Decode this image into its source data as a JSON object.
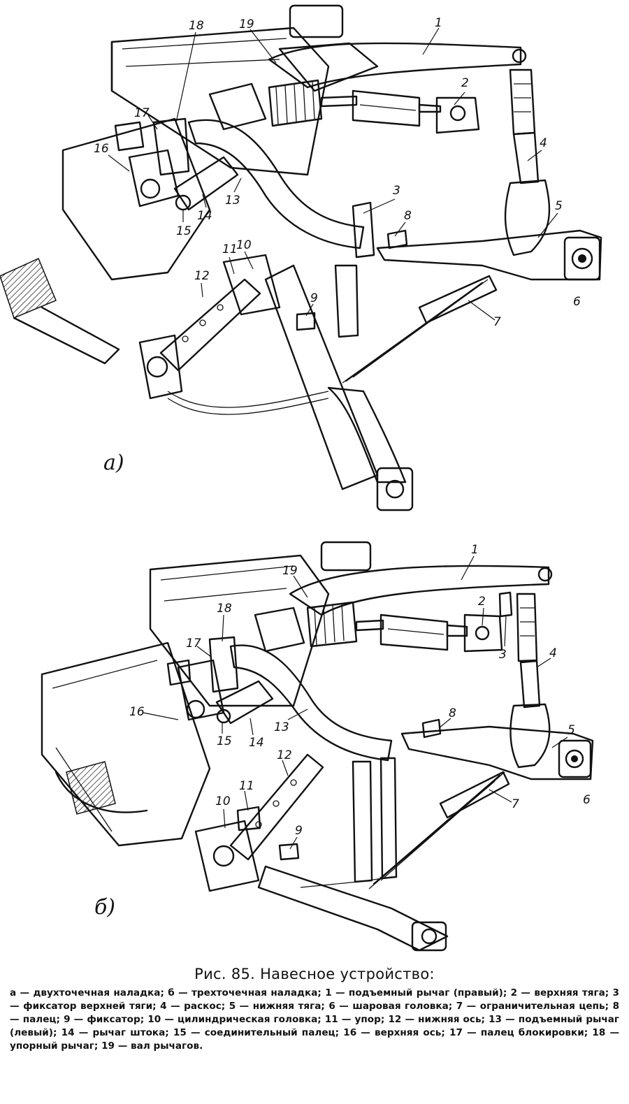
{
  "figure": {
    "views": [
      {
        "id": "a",
        "label": "а)"
      },
      {
        "id": "b",
        "label": "б)"
      }
    ],
    "part_numbers": [
      "1",
      "2",
      "3",
      "4",
      "5",
      "6",
      "7",
      "8",
      "9",
      "10",
      "11",
      "12",
      "13",
      "14",
      "15",
      "16",
      "17",
      "18",
      "19"
    ]
  },
  "caption": {
    "title": "Рис. 85. Навесное устройство:",
    "legend": [
      "а — двухточечная наладка;",
      "б — трехточечная наладка;",
      "1 — подъемный рычаг (правый);",
      "2 — верхняя тяга;",
      "3 — фиксатор верхней тяги;",
      "4 — раскос;",
      "5 — нижняя тяга;",
      "6 — шаровая головка;",
      "7 — ограничительная цепь;",
      "8 — палец;",
      "9 — фиксатор;",
      "10 — цилиндрическая головка;",
      "11 — упор;",
      "12 — нижняя ось;",
      "13 — подъемный рычаг (левый);",
      "14 — рычаг штока;",
      "15 — соединительный палец;",
      "16 — верхняя ось;",
      "17 — палец блокировки;",
      "18 — упорный рычаг;",
      "19 — вал рычагов."
    ]
  }
}
